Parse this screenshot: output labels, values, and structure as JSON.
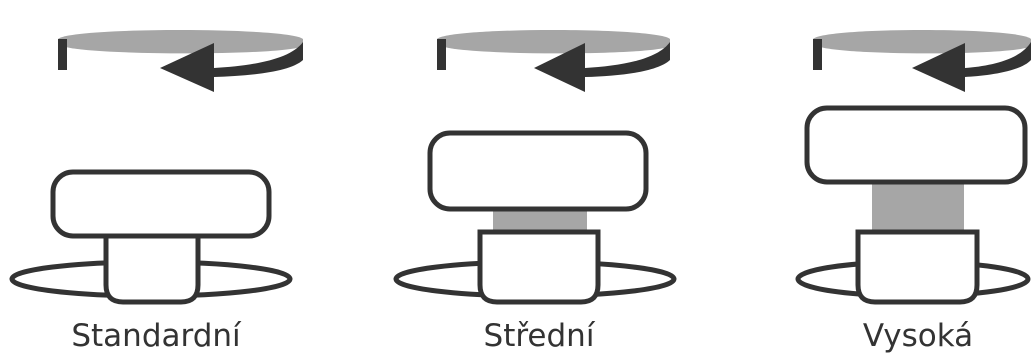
{
  "panels": [
    {
      "label": "Standardní"
    },
    {
      "label": "Střední"
    },
    {
      "label": "Vysoká"
    }
  ],
  "colors": {
    "outline": "#333333",
    "arrow_dark": "#333333",
    "arrow_light": "#a6a6a6",
    "extension": "#a6a6a6",
    "fill": "#ffffff"
  },
  "icons": [
    "rotation-arrow-icon"
  ]
}
